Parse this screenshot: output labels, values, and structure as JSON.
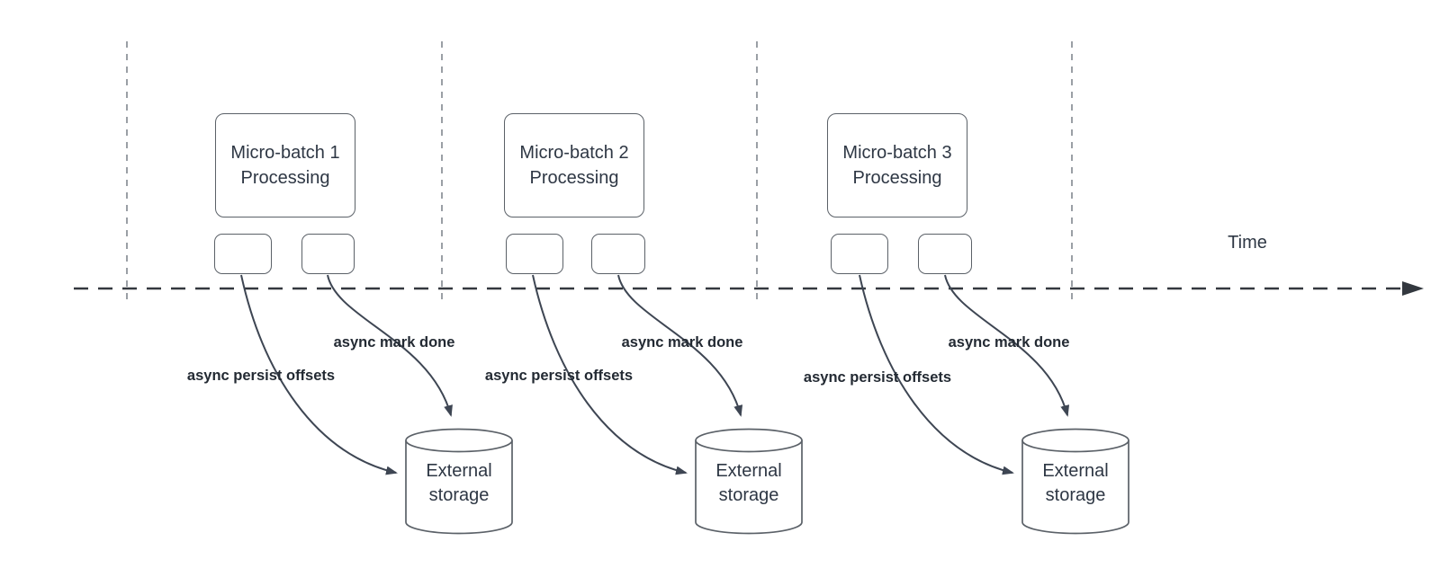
{
  "timeline": {
    "label": "Time"
  },
  "groups": [
    {
      "processing_line1": "Micro-batch 1",
      "processing_line2": "Processing",
      "persist_label": "async persist offsets",
      "mark_done_label": "async mark done",
      "storage_line1": "External",
      "storage_line2": "storage"
    },
    {
      "processing_line1": "Micro-batch 2",
      "processing_line2": "Processing",
      "persist_label": "async persist offsets",
      "mark_done_label": "async mark done",
      "storage_line1": "External",
      "storage_line2": "storage"
    },
    {
      "processing_line1": "Micro-batch 3",
      "processing_line2": "Processing",
      "persist_label": "async persist offsets",
      "mark_done_label": "async mark done",
      "storage_line1": "External",
      "storage_line2": "storage"
    }
  ],
  "colors": {
    "connector": "#3e4653",
    "guide_dash": "#9a9fa5",
    "shape_border": "#5b6168",
    "text": "#2e3744",
    "label_text": "#232a33",
    "background": "#ffffff"
  }
}
